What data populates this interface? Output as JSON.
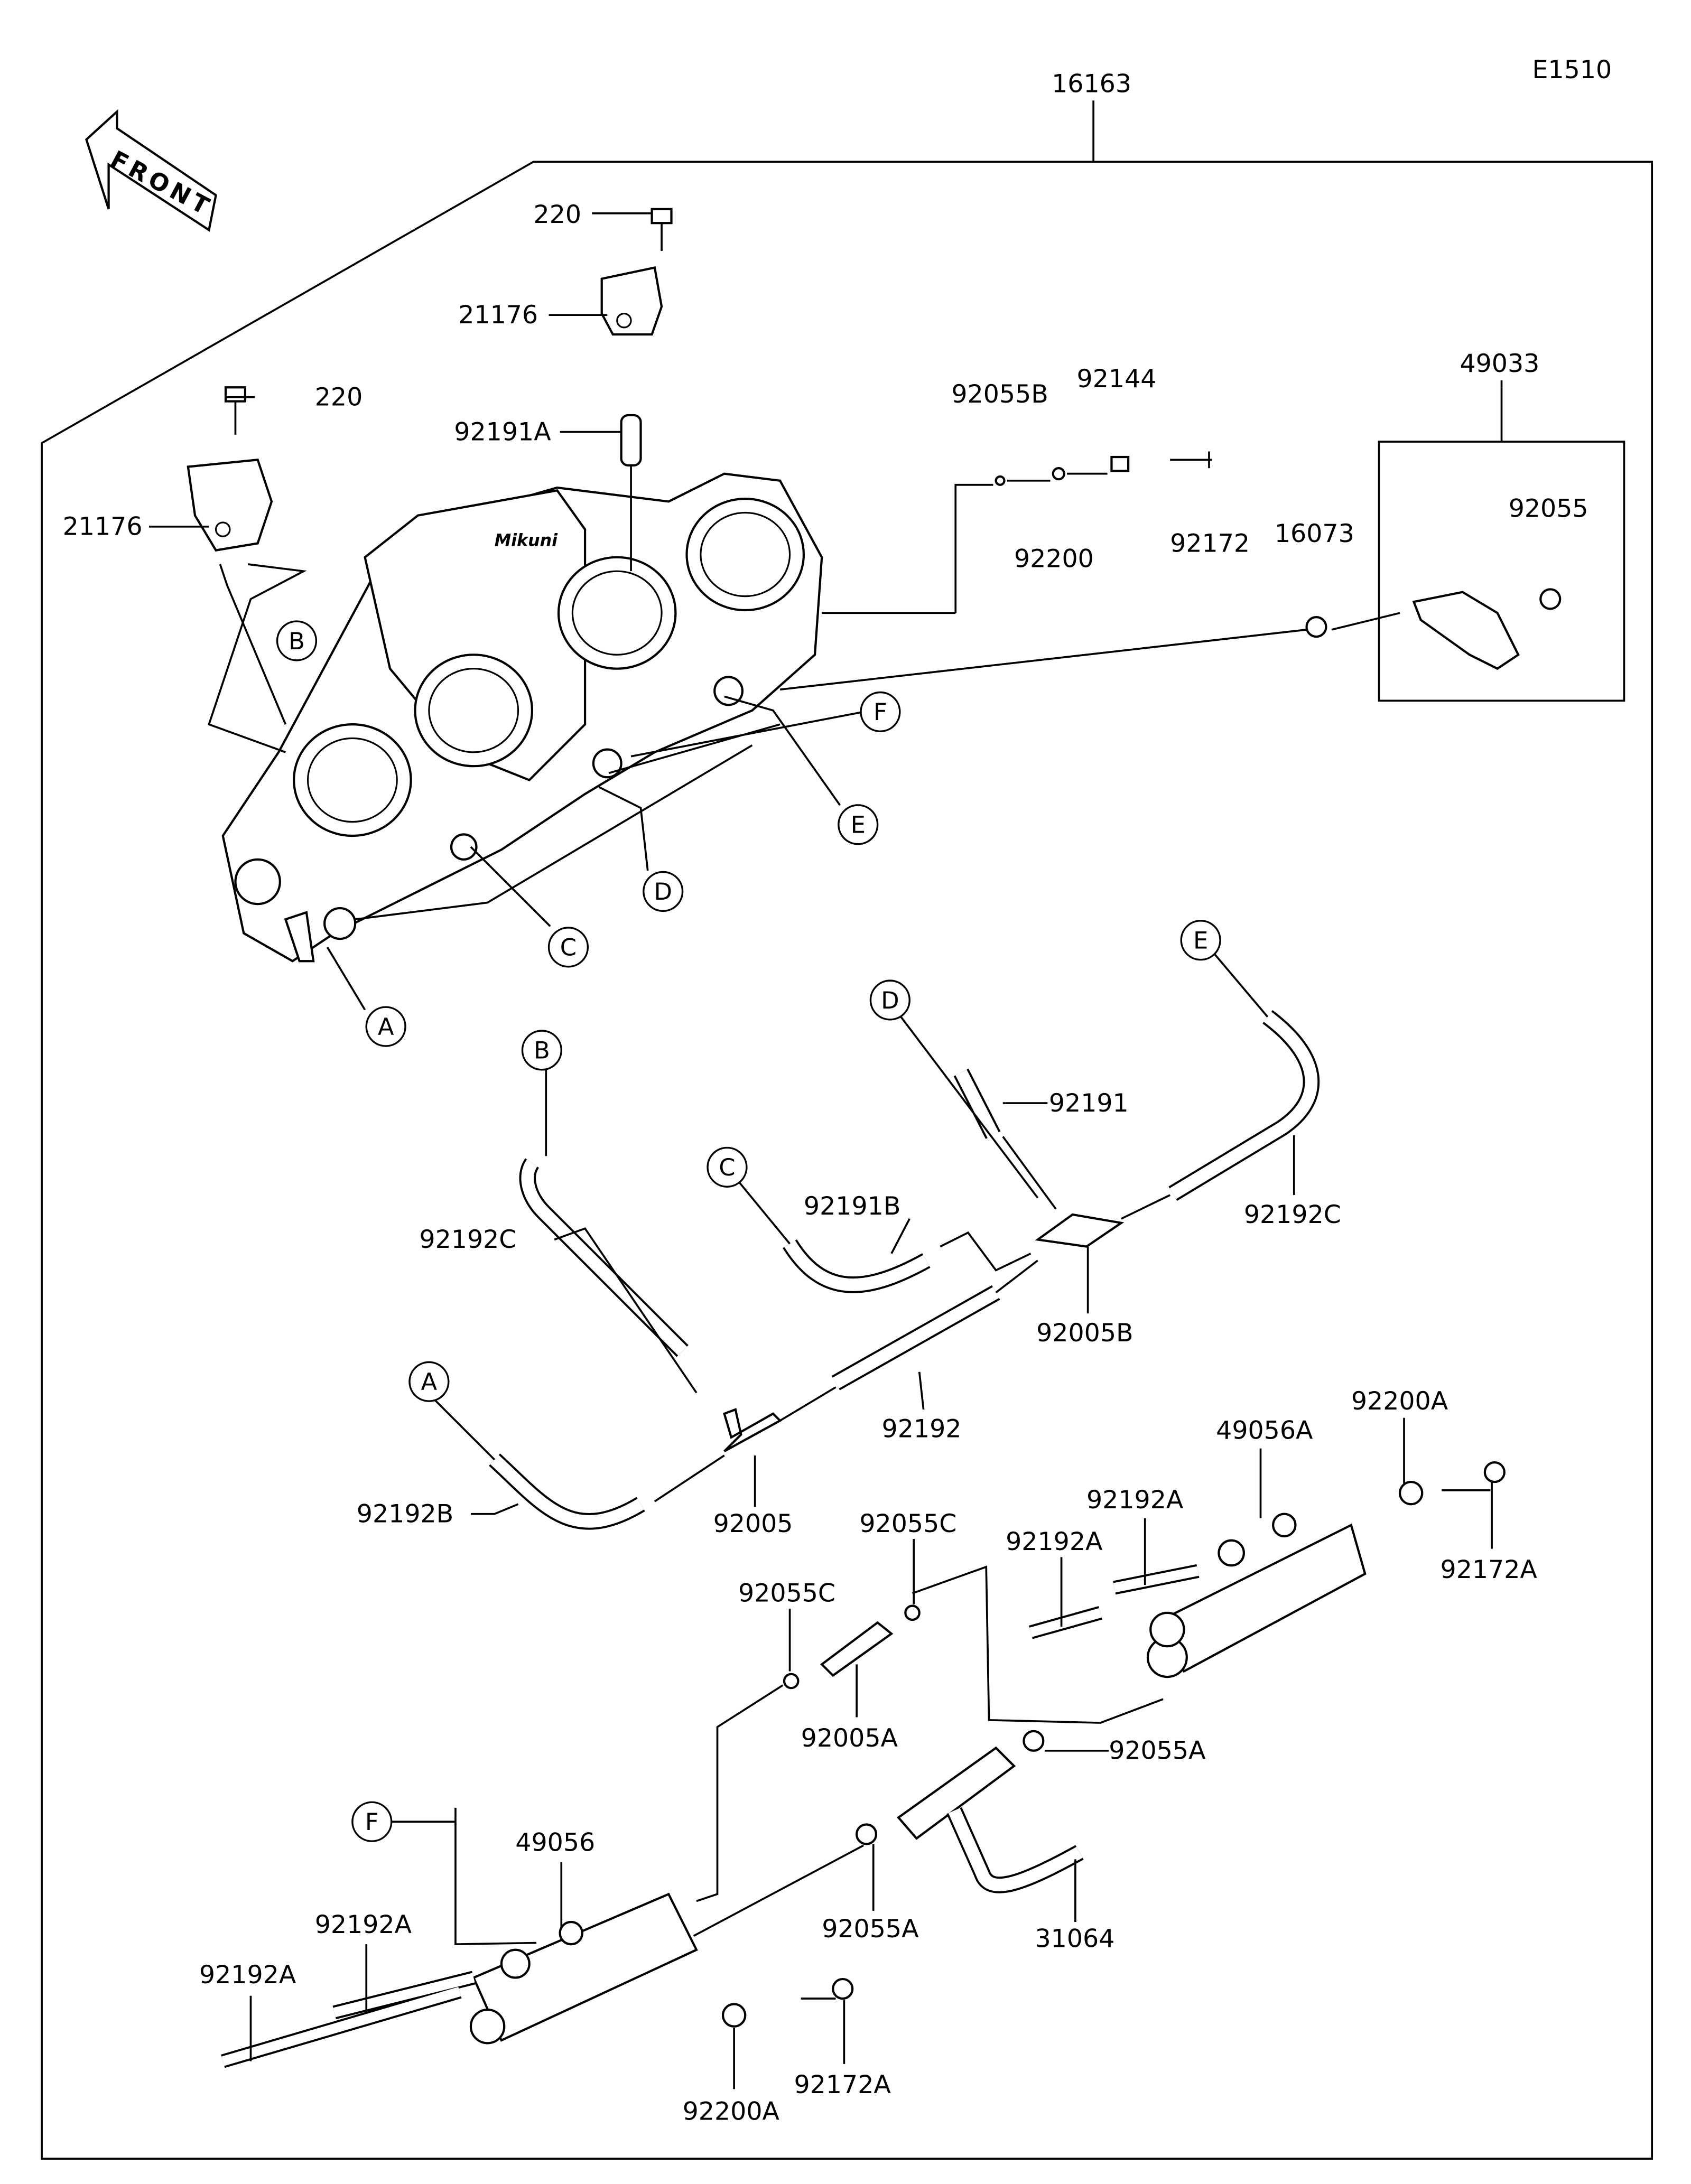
{
  "diagram_code": "E1510",
  "front_label": "FRONT",
  "part_labels": [
    "16163",
    "220",
    "21176",
    "92191A",
    "220",
    "21176",
    "92055B",
    "92144",
    "92200",
    "92172",
    "16073",
    "49033",
    "92055",
    "92191",
    "92191B",
    "92192C",
    "92192C",
    "92005B",
    "92192",
    "92005",
    "92192B",
    "92055C",
    "92055C",
    "92192A",
    "92192A",
    "49056A",
    "92200A",
    "92172A",
    "92005A",
    "92055A",
    "92055A",
    "31064",
    "49056",
    "92192A",
    "92192A",
    "92200A",
    "92172A"
  ],
  "connection_markers": [
    "A",
    "B",
    "C",
    "D",
    "E",
    "F",
    "B",
    "C",
    "D",
    "E",
    "A",
    "F"
  ],
  "throttle_body_logo": "Mikuni"
}
